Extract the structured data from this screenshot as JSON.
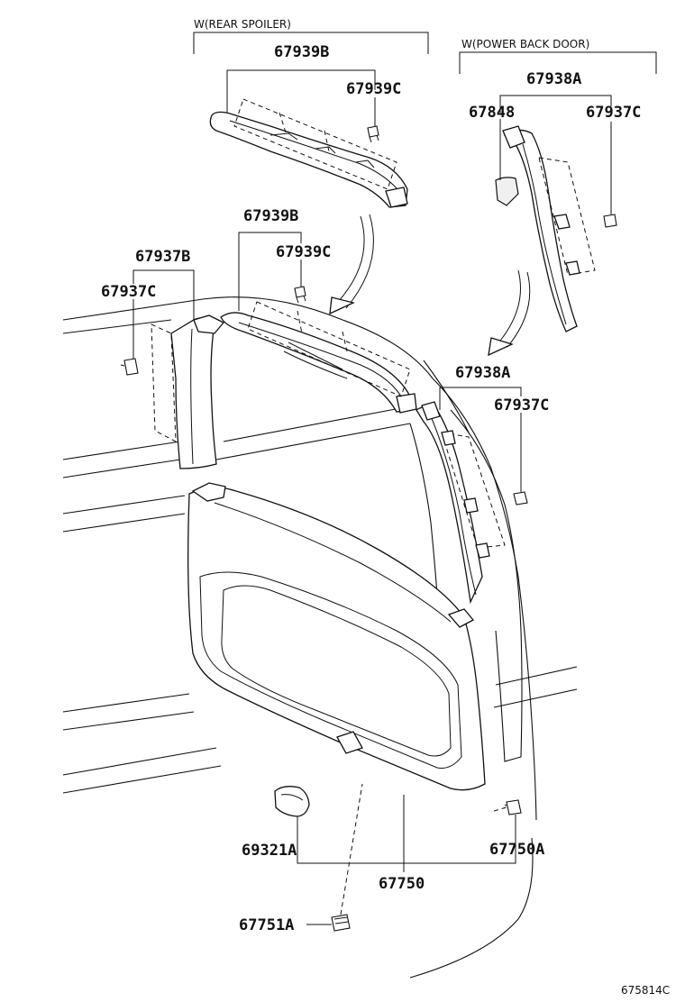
{
  "variants": {
    "rear_spoiler": "W(REAR SPOILER)",
    "power_back_door": "W(POWER BACK DOOR)"
  },
  "parts": {
    "p67939B_top": "67939B",
    "p67939C_top": "67939C",
    "p67938A_top": "67938A",
    "p67848": "67848",
    "p67937C_top": "67937C",
    "p67939B_mid": "67939B",
    "p67939C_mid": "67939C",
    "p67937B": "67937B",
    "p67937C_left": "67937C",
    "p67938A_mid": "67938A",
    "p67937C_right": "67937C",
    "p69321A": "69321A",
    "p67750A": "67750A",
    "p67750": "67750",
    "p67751A": "67751A"
  },
  "diagram_id": "675814C"
}
